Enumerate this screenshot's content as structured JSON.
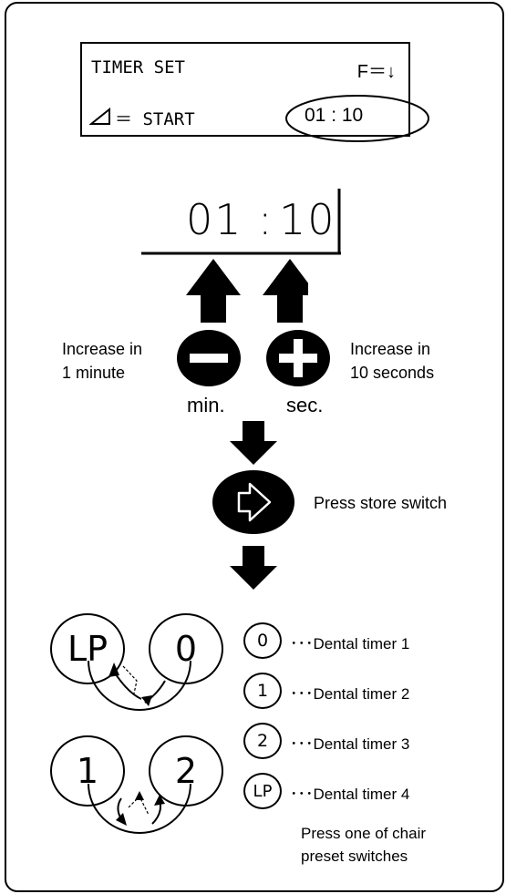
{
  "lcd": {
    "title": "TIMER SET",
    "f_key": "F＝↓",
    "start_key": "＝ START",
    "time": "01 : 10"
  },
  "display": {
    "time_min": "01",
    "time_colon": ":",
    "time_sec": "10"
  },
  "buttons": {
    "minus_label": "Increase in\n1 minute",
    "plus_label": "Increase in\n10 seconds",
    "min_unit": "min.",
    "sec_unit": "sec."
  },
  "store": {
    "label": "Press store switch"
  },
  "presets": {
    "lp": "LP",
    "zero": "0",
    "one": "1",
    "two": "2"
  },
  "legend": [
    {
      "key": "0",
      "text": "･･･Dental timer 1"
    },
    {
      "key": "1",
      "text": "･･･Dental timer 2"
    },
    {
      "key": "2",
      "text": "･･･Dental timer 3"
    },
    {
      "key": "LP",
      "text": "･･･Dental timer 4"
    }
  ],
  "footer": {
    "line1": "Press one of chair",
    "line2": "preset switches"
  }
}
